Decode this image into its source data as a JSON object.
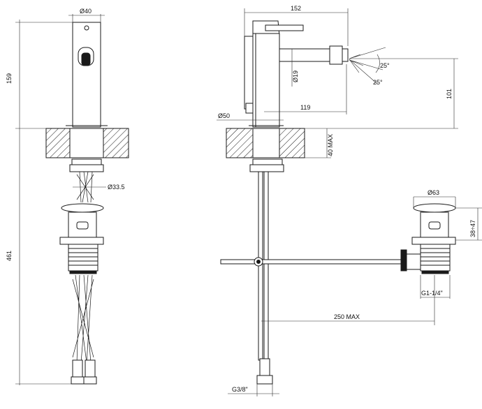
{
  "drawing": {
    "colors": {
      "line": "#1a1a1a",
      "hatch": "#1a1a1a",
      "background": "#ffffff"
    },
    "dimensions": {
      "tap_diameter": "Ø40",
      "spout_height": "159",
      "total_height": "461",
      "hose_diameter": "Ø33.5",
      "overall_length": "152",
      "spout_diameter": "Ø19",
      "nozzle_angle_up": "25°",
      "nozzle_angle_down": "25°",
      "outlet_height": "101",
      "base_diameter": "Ø50",
      "spout_reach": "119",
      "deck_thickness": "40 MAX",
      "waste_diameter": "Ø63",
      "waste_height": "38÷47",
      "waste_thread": "G1-1/4\"",
      "rod_length": "250 MAX",
      "hose_connection": "G3/8\""
    }
  }
}
